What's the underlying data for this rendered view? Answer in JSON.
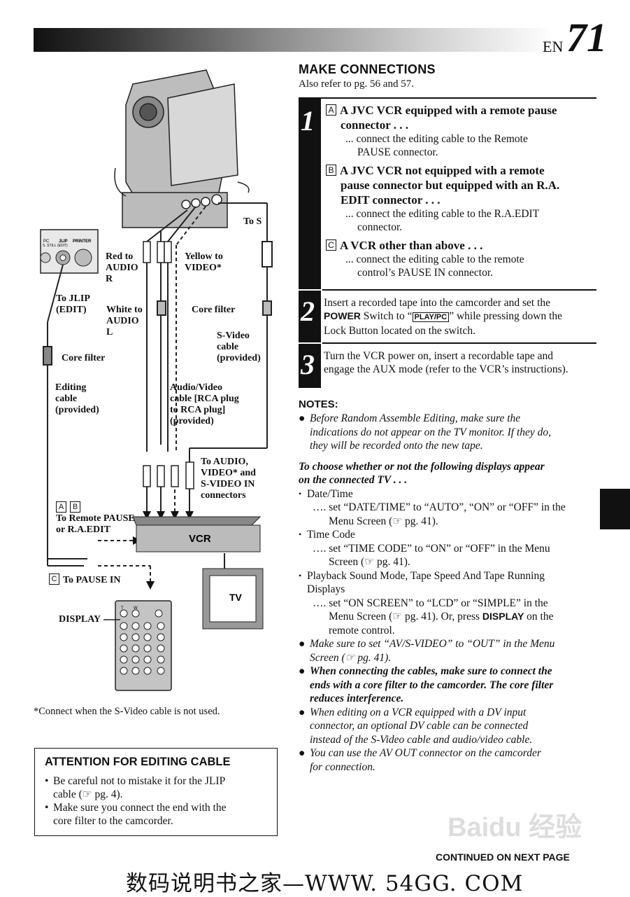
{
  "page": {
    "lang": "EN",
    "number": "71"
  },
  "section": {
    "title": "MAKE CONNECTIONS",
    "subtitle": "Also refer to pg. 56 and 57."
  },
  "steps": [
    {
      "num": "1",
      "options": [
        {
          "box": "A",
          "title1": "A JVC VCR equipped with a remote pause",
          "title2": "connector . . .",
          "desc1": "... connect the editing cable to the Remote",
          "desc2": "PAUSE connector."
        },
        {
          "box": "B",
          "title1": "A JVC VCR not equipped with a remote",
          "title2": "pause connector but equipped with an R.A.",
          "title3": "EDIT connector . . .",
          "desc1": "... connect the editing cable to the R.A.EDIT",
          "desc2": "connector."
        },
        {
          "box": "C",
          "title1": "A VCR other than above . . .",
          "desc1": "... connect the editing cable to the remote",
          "desc2": "control’s PAUSE IN connector."
        }
      ]
    },
    {
      "num": "2",
      "l1": "Insert a recorded tape into the camcorder and set the",
      "l2a": "POWER",
      "l2b": " Switch to “",
      "l2c": "PLAY/PC",
      "l2d": "” while pressing down the",
      "l3": "Lock Button located on the switch."
    },
    {
      "num": "3",
      "l1": "Turn the VCR power on, insert a recordable tape and",
      "l2": "engage the AUX mode (refer to the VCR’s instructions)."
    }
  ],
  "notes": {
    "heading": "NOTES:",
    "n1": [
      "Before Random Assemble Editing, make sure the",
      "indications do not appear on the TV monitor. If they do,",
      "they will be recorded onto the new tape."
    ],
    "choose": [
      "To choose whether or not the following displays appear",
      "on the connected TV . . ."
    ],
    "date_title": "Date/Time",
    "date": [
      "…. set “DATE/TIME” to “AUTO”, “ON” or “OFF” in the",
      "Menu Screen (☞ pg. 41)."
    ],
    "tc_title": "Time Code",
    "tc": [
      "…. set “TIME CODE” to “ON” or “OFF” in the Menu",
      "Screen (☞ pg. 41)."
    ],
    "pb_title": [
      "Playback Sound Mode, Tape Speed And Tape Running",
      "Displays"
    ],
    "pb": [
      "…. set “ON SCREEN” to “LCD” or “SIMPLE” in the",
      "Menu Screen (☞ pg. 41). Or, press ",
      "DISPLAY",
      " on the",
      "remote control."
    ],
    "n2": [
      "Make sure to set “AV/S-VIDEO” to “OUT” in the Menu",
      "Screen (☞ pg. 41)."
    ],
    "n3": [
      "When connecting the cables, make sure to connect the",
      "ends with a core filter to the camcorder. The core filter",
      "reduces interference."
    ],
    "n4": [
      "When editing on a VCR equipped with a DV input",
      "connector, an optional DV cable can be connected",
      "instead of the S-Video cable and audio/video cable."
    ],
    "n5": [
      "You can use the AV OUT connector on the camcorder",
      "for connection."
    ]
  },
  "diagram": {
    "to_s": "To S",
    "red": [
      "Red to",
      "AUDIO",
      "R"
    ],
    "yellow": [
      "Yellow to",
      "VIDEO*"
    ],
    "to_jlip": [
      "To JLIP",
      "(EDIT)"
    ],
    "white": [
      "White to",
      "AUDIO",
      "L"
    ],
    "core_filter_1": "Core filter",
    "core_filter_2": "Core filter",
    "svideo": [
      "S-Video",
      "cable",
      "(provided)"
    ],
    "editing": [
      "Editing",
      "cable",
      "(provided)"
    ],
    "av_cable": [
      "Audio/Video",
      "cable [RCA plug",
      "to RCA plug]",
      "(provided)"
    ],
    "to_audio": [
      "To AUDIO,",
      "VIDEO* and",
      "S-VIDEO IN",
      "connectors"
    ],
    "ab_box": [
      "A",
      "B"
    ],
    "remote_pause": [
      "To Remote PAUSE",
      "or R.A.EDIT"
    ],
    "c_box": "C",
    "to_pause_in": "To PAUSE IN",
    "vcr": "VCR",
    "tv": "TV",
    "display": "DISPLAY",
    "jack_pc": "PC",
    "jack_still": "S. STILL",
    "jack_jlip": "JLIP",
    "jack_edit": "(EDIT)",
    "jack_printer": "PRINTER",
    "remote_t": "T",
    "remote_w": "W"
  },
  "footnote": "*Connect when the S-Video cable is not used.",
  "attention": {
    "title": "ATTENTION FOR EDITING CABLE",
    "b1": [
      "Be careful not to mistake it for the JLIP",
      "cable (☞ pg. 4)."
    ],
    "b2": [
      "Make sure you connect the end with the",
      "core filter to the camcorder."
    ]
  },
  "continued": "CONTINUED ON NEXT PAGE",
  "watermark": "数码说明书之家—WWW. 54GG. COM",
  "baidu_mark": "Baidu 经验"
}
